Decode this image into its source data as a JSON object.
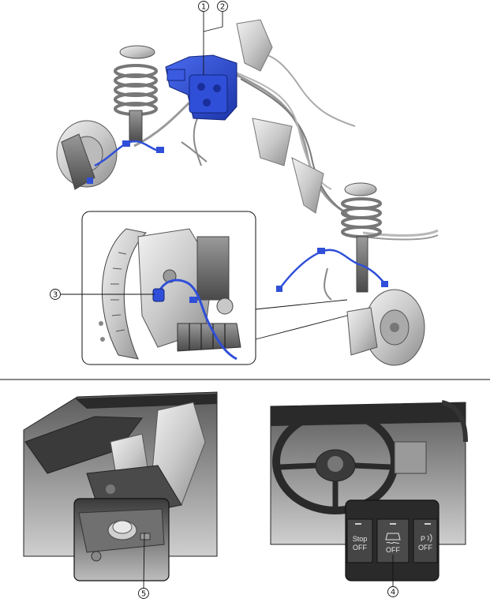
{
  "callouts": {
    "c1": "1",
    "c2": "2",
    "c3": "3",
    "c4": "4",
    "c5": "5"
  },
  "switch_panel": {
    "left_label_top": "Stop",
    "left_label_bottom": "OFF",
    "center_label": "OFF",
    "right_label_top": "P",
    "right_label_bottom": "OFF"
  },
  "colors": {
    "highlight_blue": "#2f4fd8",
    "line_gray": "#555555",
    "panel_dark": "#2a2a2a"
  },
  "icons": [
    "traction-control-off-icon",
    "parking-sensor-icon"
  ]
}
